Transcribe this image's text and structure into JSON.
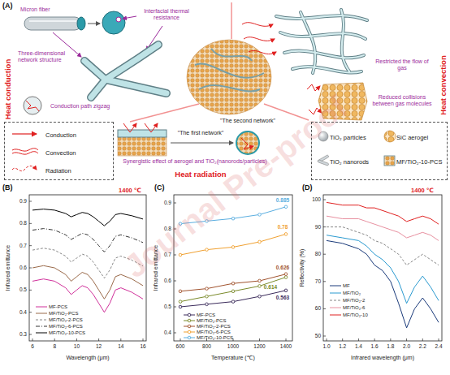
{
  "diagram": {
    "nodes": [
      {
        "text": [
          "Conduction",
          "Convection",
          "Radiation"
        ]
      },
      {
        "text": [
          "TiO₂ particles",
          "SiC aerogel",
          "TiO₂ nanorods",
          "MF/TiO₂-10-PCS"
        ]
      }
    ],
    "labels": [
      "(A)",
      "Micron fiber",
      "Interfacial thermal resistance",
      "Three-dimensional network structure",
      "Conduction path zigzag",
      "Heat conduction",
      "Restricted the flow of gas",
      "Reduced collisions between gas molecules",
      "Heat convection",
      "\"The first network\"",
      "\"The second network\"",
      "Synergistic effect of aerogel and TiO₂(nanorods/particles)",
      "Heat radiation",
      "(B)",
      "(C)",
      "(D)",
      "Infrared emittance",
      "Wavelength (μm)",
      "1400 ℃",
      "Infrared emittance",
      "Temperature (℃)",
      "Reflectivity (%)",
      "Infrared wavelength (μm)",
      "1400 ℃",
      "0.885",
      "0.78",
      "0.626",
      "0.614",
      "0.563",
      "Journal Pre-proof",
      "0.9",
      "0.8",
      "0.7",
      "0.6",
      "0.5",
      "0.4",
      "0.3",
      "6",
      "8",
      "10",
      "12",
      "14",
      "16",
      "0.9",
      "0.8",
      "0.7",
      "0.6",
      "0.5",
      "0.4",
      "600",
      "800",
      "1000",
      "1200",
      "1400",
      "100",
      "90",
      "80",
      "70",
      "60",
      "50",
      "1.0",
      "1.2",
      "1.4",
      "1.6",
      "1.8",
      "2.0",
      "2.2",
      "2.4"
    ],
    "legend": [
      {
        "text": "MF-PCS"
      },
      {
        "text": "MF/TiO₂-PCS"
      },
      {
        "text": "MF/TiO₂-2-PCS"
      },
      {
        "text": "MF/TiO₂-6-PCS"
      },
      {
        "text": "MF/TiO₂-10-PCS"
      },
      {
        "text": "MF-PCS"
      },
      {
        "text": "MF/TiO₂-PCS"
      },
      {
        "text": "MF/TiO₂-2-PCS"
      },
      {
        "text": "MF/TiO₂-6-PCS"
      },
      {
        "text": "MF/TiO₂-10-PCS"
      },
      {
        "text": "MF"
      },
      {
        "text": "MF/TiO₂"
      },
      {
        "text": "MF/TiO₂-2"
      },
      {
        "text": "MF/TiO₂-6"
      },
      {
        "text": "MF/TiO₂-10"
      }
    ]
  }
}
